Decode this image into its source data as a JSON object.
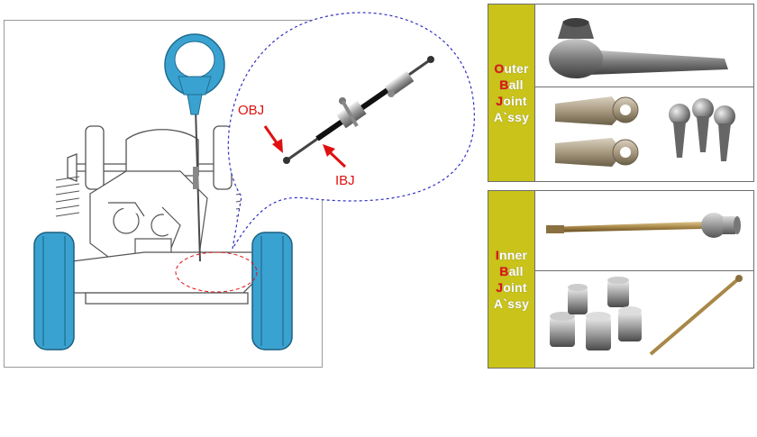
{
  "callout_labels": {
    "obj": "OBJ",
    "ibj": "IBJ"
  },
  "outer_section": {
    "lines": [
      {
        "first": "O",
        "rest": "uter"
      },
      {
        "first": "B",
        "rest": "all"
      },
      {
        "first": "J",
        "rest": "oint"
      },
      {
        "first": "",
        "rest": "A`ssy"
      }
    ]
  },
  "inner_section": {
    "lines": [
      {
        "first": "I",
        "rest": "nner"
      },
      {
        "first": "B",
        "rest": "all"
      },
      {
        "first": "J",
        "rest": "oint"
      },
      {
        "first": "",
        "rest": "A`ssy"
      }
    ]
  },
  "colors": {
    "accent_red": "#e01010",
    "side_yellow": "#c9c31a",
    "tire_blue": "#3aa2d0",
    "callout_blue": "#3030c0"
  },
  "icons": [
    "steering-wheel-icon",
    "tire-icon",
    "rack-and-pinion-icon",
    "tie-rod-end-icon",
    "ball-stud-icon",
    "inner-tie-rod-icon"
  ]
}
